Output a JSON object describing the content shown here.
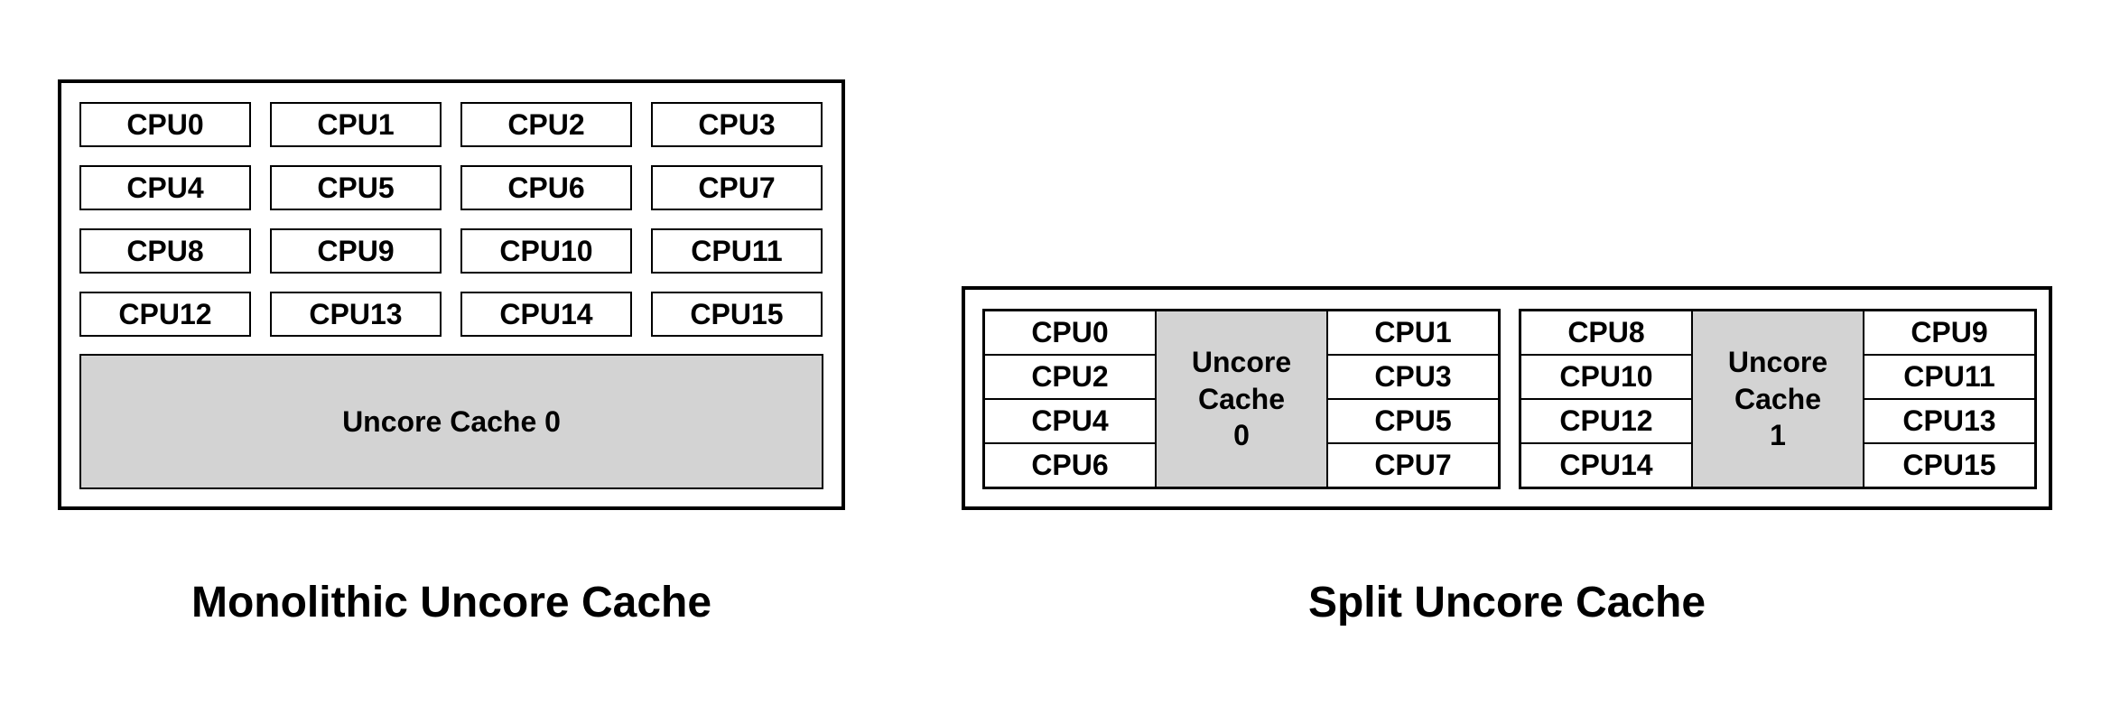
{
  "monolithic": {
    "caption": "Monolithic Uncore Cache",
    "cpus": [
      "CPU0",
      "CPU1",
      "CPU2",
      "CPU3",
      "CPU4",
      "CPU5",
      "CPU6",
      "CPU7",
      "CPU8",
      "CPU9",
      "CPU10",
      "CPU11",
      "CPU12",
      "CPU13",
      "CPU14",
      "CPU15"
    ],
    "cache_label": "Uncore Cache 0"
  },
  "split": {
    "caption": "Split Uncore Cache",
    "clusters": [
      {
        "left_cpus": [
          "CPU0",
          "CPU2",
          "CPU4",
          "CPU6"
        ],
        "cache_label": "Uncore Cache 0",
        "cache_lines": [
          "Uncore",
          "Cache",
          "0"
        ],
        "right_cpus": [
          "CPU1",
          "CPU3",
          "CPU5",
          "CPU7"
        ]
      },
      {
        "left_cpus": [
          "CPU8",
          "CPU10",
          "CPU12",
          "CPU14"
        ],
        "cache_label": "Uncore Cache 1",
        "cache_lines": [
          "Uncore",
          "Cache",
          "1"
        ],
        "right_cpus": [
          "CPU9",
          "CPU11",
          "CPU13",
          "CPU15"
        ]
      }
    ]
  },
  "colors": {
    "cache_fill": "#d3d3d3",
    "border": "#000000",
    "background": "#ffffff",
    "text": "#000000"
  }
}
